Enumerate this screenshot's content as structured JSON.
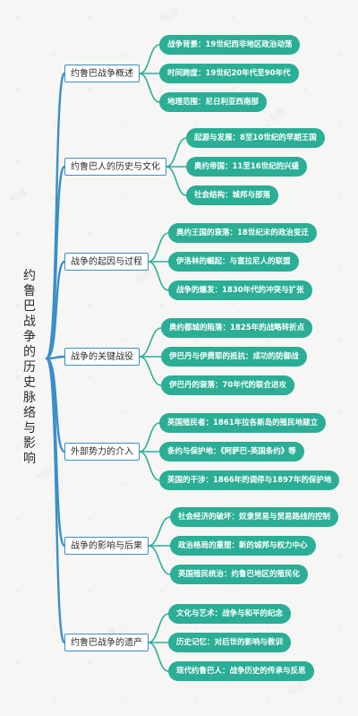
{
  "mindmap": {
    "root": "约鲁巴战争的历史脉络与影响",
    "branches": [
      {
        "label": "约鲁巴战争概述",
        "leaves": [
          "战争背景：19世纪西非地区政治动荡",
          "时间跨度：19世纪20年代至90年代",
          "地理范围：尼日利亚西南部"
        ]
      },
      {
        "label": "约鲁巴人的历史与文化",
        "leaves": [
          "起源与发展：8至10世纪的早期王国",
          "奥约帝国：11至16世纪的兴盛",
          "社会结构：城邦与部落"
        ]
      },
      {
        "label": "战争的起因与过程",
        "leaves": [
          "奥约王国的衰落：18世纪末的政治变迁",
          "伊洛林的崛起：与富拉尼人的联盟",
          "战争的爆发：1830年代的冲突与扩张"
        ]
      },
      {
        "label": "战争的关键战役",
        "leaves": [
          "奥约都城的陷落：1825年的战略转折点",
          "伊巴丹与伊费耶的抵抗：成功的防御战",
          "伊巴丹的衰落：70年代的联合进攻"
        ]
      },
      {
        "label": "外部势力的介入",
        "leaves": [
          "英国殖民者：1861年拉各斯岛的殖民地建立",
          "条约与保护地：《阿萨巴-英国条约》等",
          "英国的干涉：1866年的调停与1897年的保护地"
        ]
      },
      {
        "label": "战争的影响与后果",
        "leaves": [
          "社会经济的破坏：奴隶贸易与贸易路线的控制",
          "政治格局的重塑：新的城邦与权力中心",
          "英国殖民统治：约鲁巴地区的殖民化"
        ]
      },
      {
        "label": "约鲁巴战争的遗产",
        "leaves": [
          "文化与艺术：战争与和平的纪念",
          "历史记忆：对后世的影响与教训",
          "现代约鲁巴人：战争历史的传承与反思"
        ]
      }
    ]
  },
  "watermark": "知犀",
  "colors": {
    "branch_line": "#3b8ec8",
    "leaf_line": "#2aae95",
    "leaf_fill": "#2aae95",
    "branch_border": "#3b8ec8"
  }
}
